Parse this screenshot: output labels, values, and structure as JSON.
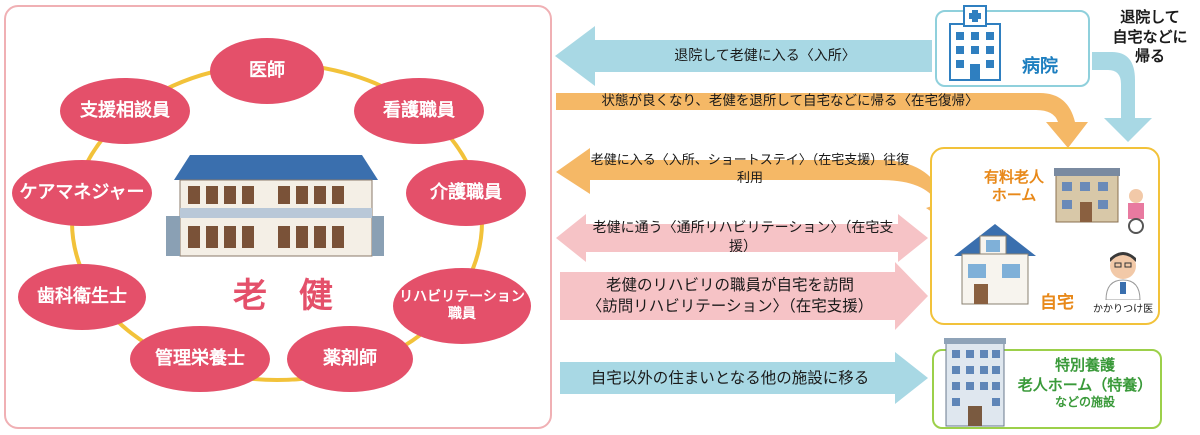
{
  "center": {
    "label": "老 健"
  },
  "roles": [
    {
      "id": "doctor",
      "label": "医師"
    },
    {
      "id": "nurse",
      "label": "看護職員"
    },
    {
      "id": "caregiver",
      "label": "介護職員"
    },
    {
      "id": "rehab",
      "label_line1": "リハビリテーション",
      "label_line2": "職員"
    },
    {
      "id": "pharmacist",
      "label": "薬剤師"
    },
    {
      "id": "dietitian",
      "label": "管理栄養士"
    },
    {
      "id": "dental",
      "label": "歯科衛生士"
    },
    {
      "id": "caremanager",
      "label": "ケアマネジャー"
    },
    {
      "id": "counselor",
      "label": "支援相談員"
    }
  ],
  "arrows": {
    "a1": "退院して老健に入る〈入所〉",
    "a2": "状態が良くなり、老健を退所して自宅などに帰る〈在宅復帰〉",
    "a3": "老健に入る〈入所、ショートステイ〉（在宅支援）往復利用",
    "a4": "老健に通う〈通所リハビリテーション〉（在宅支援）",
    "a5_line1": "老健のリハビリの職員が自宅を訪問",
    "a5_line2": "〈訪問リハビリテーション〉（在宅支援）",
    "a6": "自宅以外の住まいとなる他の施設に移る"
  },
  "hospital": {
    "label": "病院"
  },
  "discharge_note": {
    "line1": "退院して",
    "line2": "自宅などに",
    "line3": "帰る"
  },
  "home_area": {
    "nursing_home_line1": "有料老人",
    "nursing_home_line2": "ホーム",
    "home": "自宅",
    "doctor": "かかりつけ医"
  },
  "facility": {
    "line1": "特別養護",
    "line2": "老人ホーム（特養）",
    "line3": "などの施設"
  },
  "colors": {
    "role": "#e4506a",
    "ring": "#f2c23a",
    "blue_arrow": "#a8d8e4",
    "orange_arrow": "#f5b866",
    "pink_arrow": "#f6c3c6"
  }
}
